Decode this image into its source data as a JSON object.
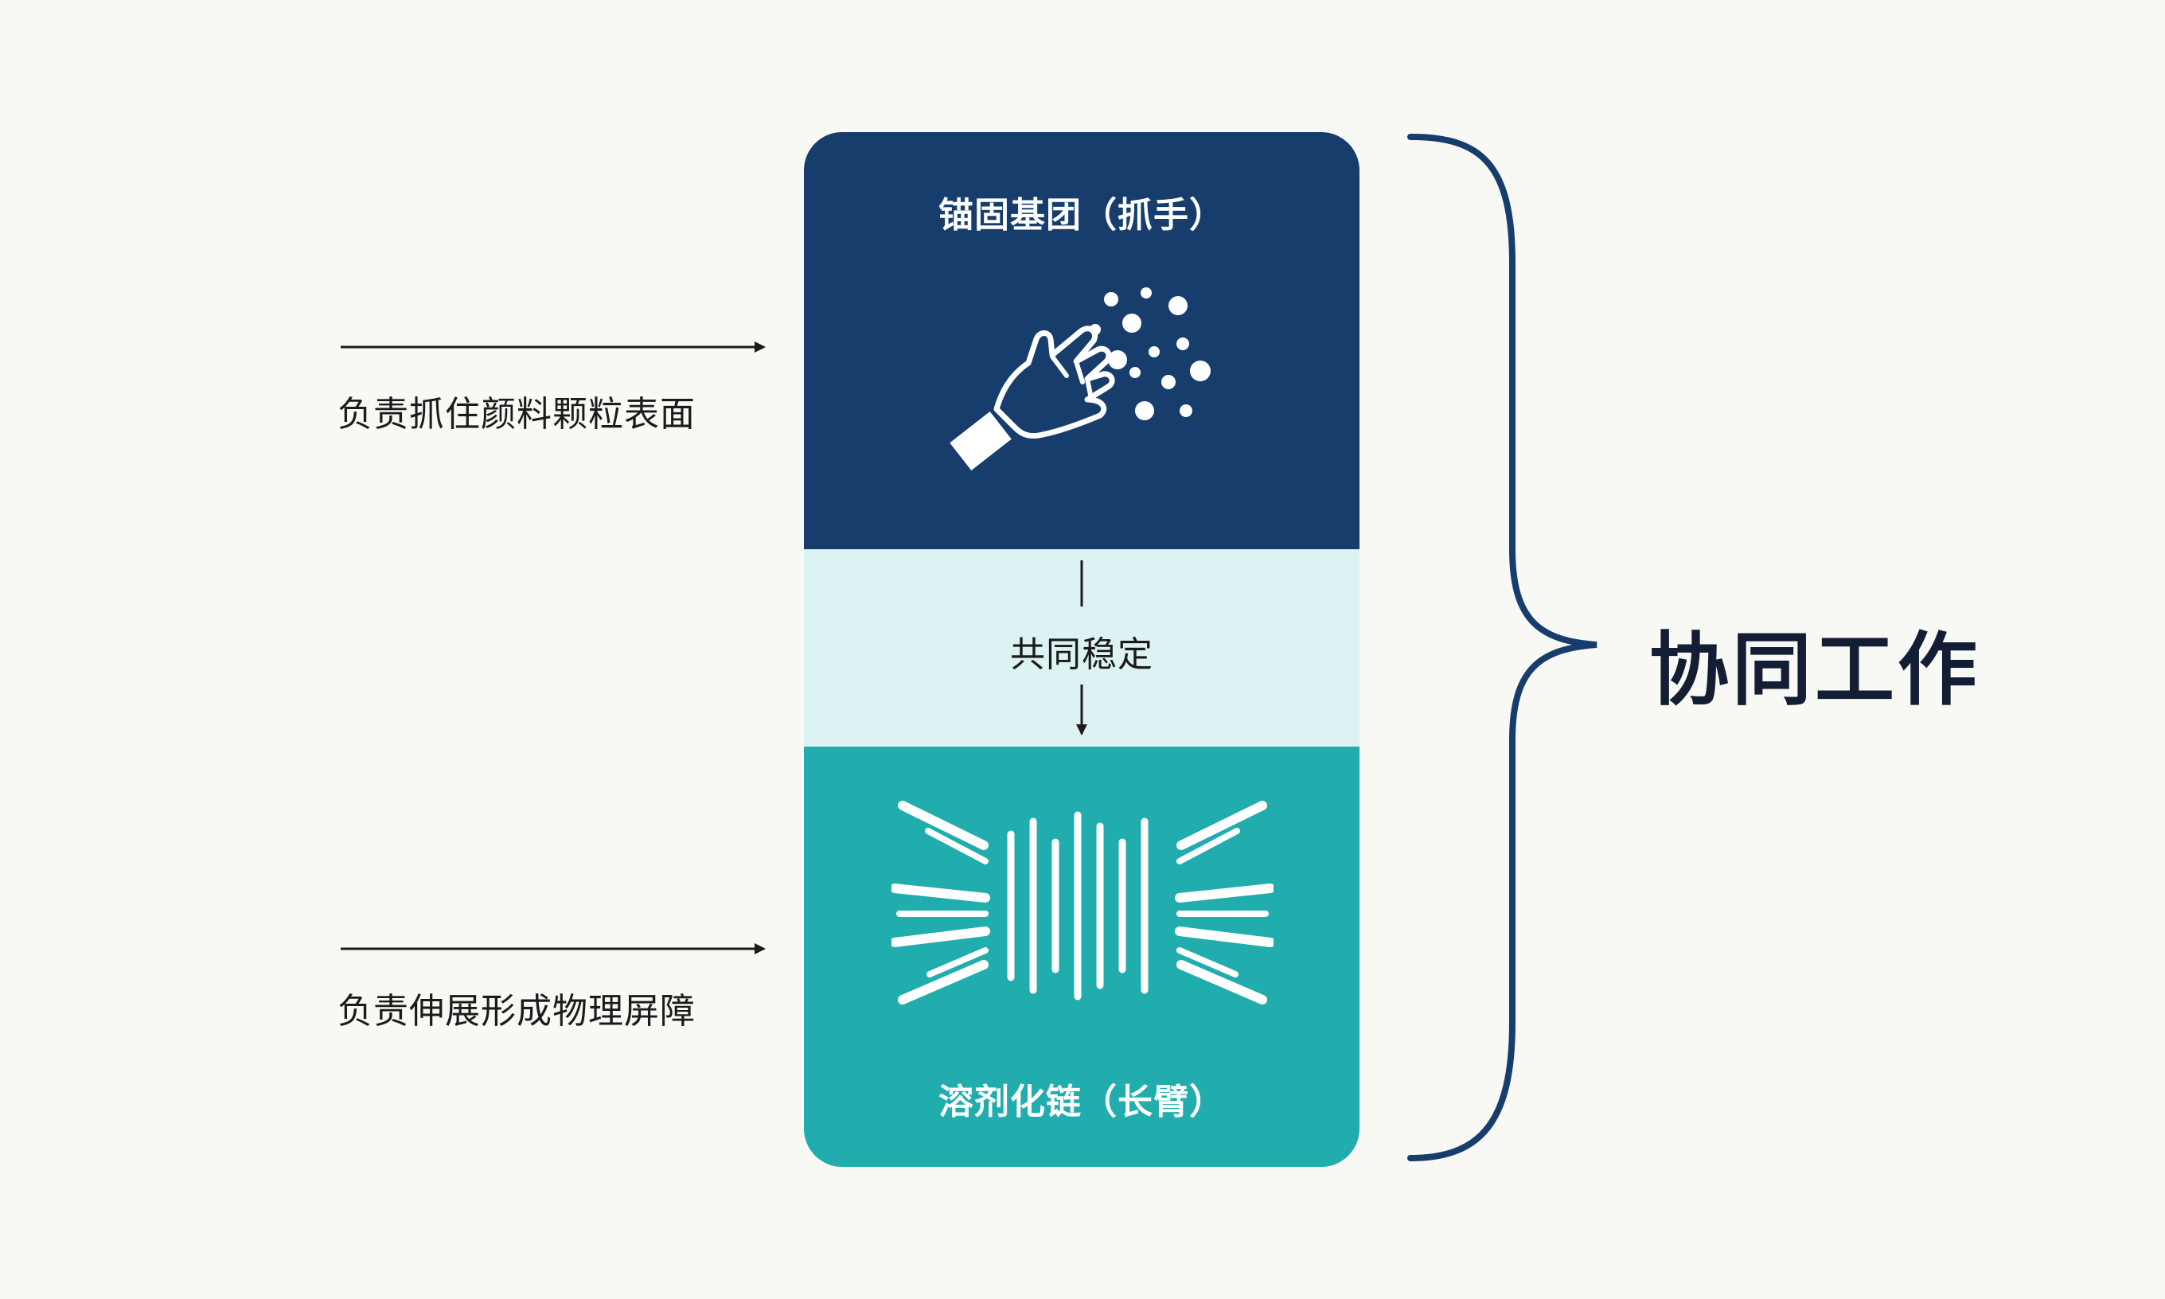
{
  "top_block": {
    "title": "锚固基团（抓手）",
    "icon": "hand-grabbing-particles-icon"
  },
  "middle_block": {
    "label": "共同稳定"
  },
  "bottom_block": {
    "title": "溶剂化链（长臂）",
    "icon": "extended-chains-icon"
  },
  "left_labels": {
    "top": "负责抓住颜料颗粒表面",
    "bottom": "负责伸展形成物理屏障"
  },
  "right_label": "协同工作",
  "colors": {
    "top_block": "#163d6c",
    "middle_block": "#ddf2f3",
    "bottom_block": "#21adae",
    "brace": "#163d6c",
    "text_dark": "#131d33"
  }
}
